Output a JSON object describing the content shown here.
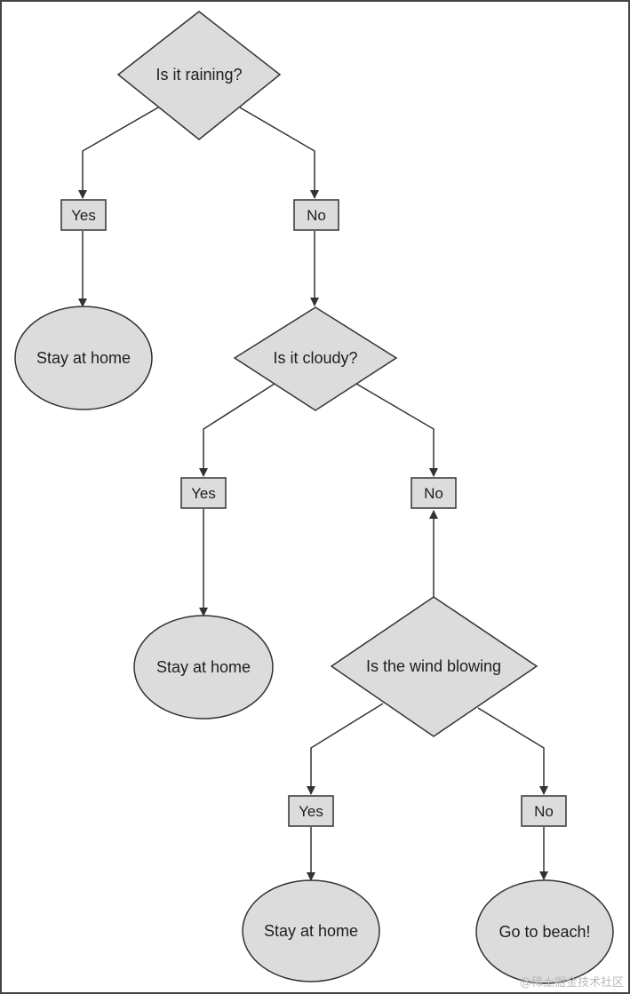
{
  "colors": {
    "shape_fill": "#dcdcdc",
    "stroke": "#333333",
    "text": "#1e1e1e",
    "background": "#ffffff",
    "border": "#444444",
    "watermark": "#b9b9b9"
  },
  "decisions": [
    {
      "id": "q1",
      "text": "Is it raining?"
    },
    {
      "id": "q2",
      "text": "Is it cloudy?"
    },
    {
      "id": "q3",
      "text": "Is the wind blowing"
    }
  ],
  "branch_labels": [
    {
      "id": "q1-yes",
      "text": "Yes"
    },
    {
      "id": "q1-no",
      "text": "No"
    },
    {
      "id": "q2-yes",
      "text": "Yes"
    },
    {
      "id": "q2-no",
      "text": "No"
    },
    {
      "id": "q3-yes",
      "text": "Yes"
    },
    {
      "id": "q3-no",
      "text": "No"
    }
  ],
  "outcomes": [
    {
      "id": "o1",
      "text": "Stay at home"
    },
    {
      "id": "o2",
      "text": "Stay at home"
    },
    {
      "id": "o3",
      "text": "Stay at home"
    },
    {
      "id": "o4",
      "text": "Go to beach!"
    }
  ],
  "watermark": "@稀土掘金技术社区"
}
